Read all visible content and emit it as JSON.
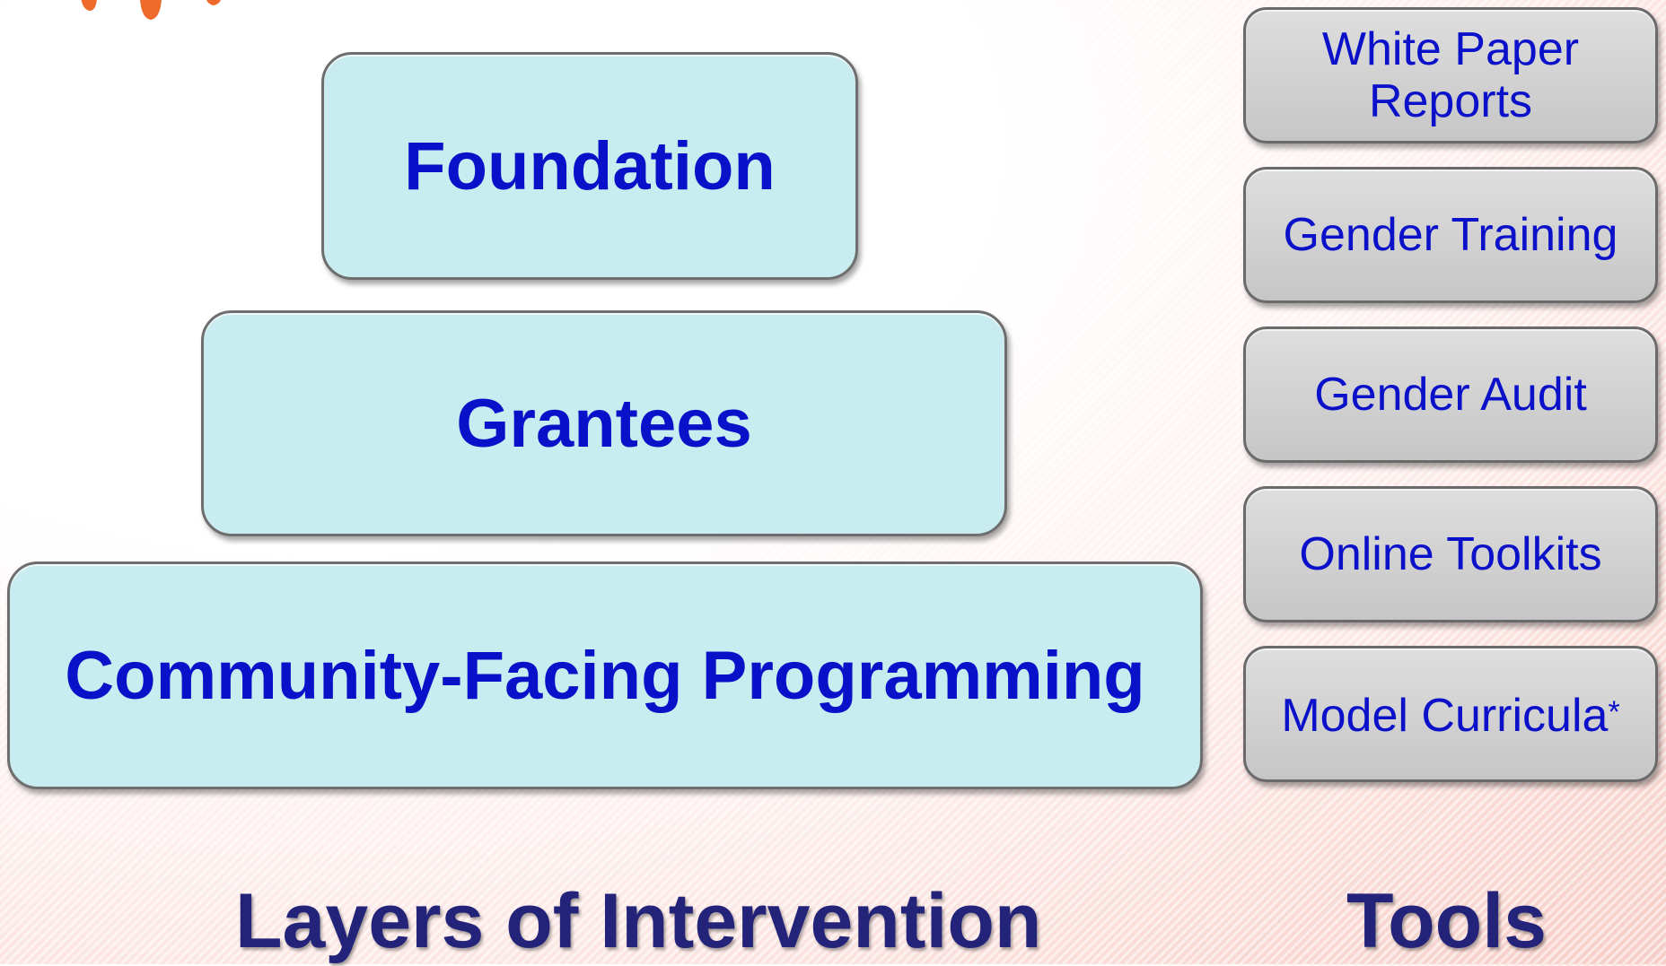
{
  "layers": [
    {
      "label": "Foundation"
    },
    {
      "label": "Grantees"
    },
    {
      "label": "Community-Facing Programming"
    }
  ],
  "tools": [
    {
      "label": "White Paper Reports"
    },
    {
      "label": "Gender Training"
    },
    {
      "label": "Gender Audit"
    },
    {
      "label": "Online Toolkits"
    },
    {
      "label": "Model Curricula",
      "suffix": "*"
    }
  ],
  "footer": {
    "layers_heading": "Layers of Intervention",
    "tools_heading": "Tools"
  },
  "colors": {
    "layer_fill": "#c8ecef",
    "tool_fill": "#d0d0d0",
    "text_blue": "#0b10c9",
    "heading_navy": "#23237a",
    "logo_orange": "#ef6a2a"
  },
  "icons": {
    "logo": "orange-brand-logo-icon"
  }
}
